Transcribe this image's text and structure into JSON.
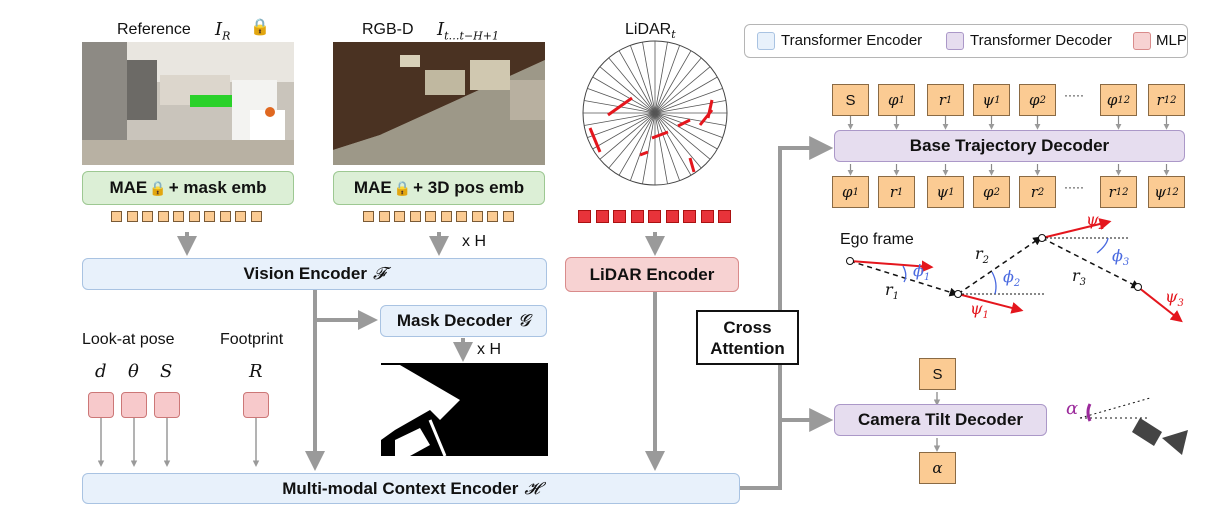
{
  "legend": {
    "transformer_encoder": "Transformer Encoder",
    "transformer_decoder": "Transformer Decoder",
    "mlp": "MLP",
    "colors": {
      "encoder": "#e8f1fb",
      "decoder": "#e6ddef",
      "mlp": "#f7d2d2"
    }
  },
  "inputs": {
    "reference_label": "Reference",
    "reference_symbol": "I_R",
    "rgbd_label": "RGB-D",
    "rgbd_symbol": "I_{t...t-H+1}",
    "lidar_label": "LiDAR_t",
    "lock_icon": "lock-icon"
  },
  "modules": {
    "mae_mask": "+ mask emb",
    "mae_3d": "+ 3D pos emb",
    "mae_prefix": "MAE",
    "vision_encoder": "Vision Encoder",
    "vision_symbol": "𝓕",
    "mask_decoder": "Mask Decoder",
    "mask_symbol": "𝓖",
    "lidar_encoder": "LiDAR Encoder",
    "context_encoder": "Multi-modal Context Encoder",
    "context_symbol": "𝓗",
    "cross_attention": "Cross Attention",
    "times_h": "x H"
  },
  "pose": {
    "look_at_label": "Look-at pose",
    "footprint_label": "Footprint",
    "symbols": [
      "d",
      "θ",
      "S",
      "R"
    ]
  },
  "trajectory_decoder": {
    "title": "Base Trajectory Decoder",
    "input_tokens": [
      "S",
      "φ1",
      "r1",
      "ψ1",
      "φ2",
      "·····",
      "φ12",
      "r12"
    ],
    "output_tokens": [
      "φ1",
      "r1",
      "ψ1",
      "φ2",
      "r2",
      "·····",
      "r12",
      "ψ12"
    ]
  },
  "ego_diagram": {
    "title": "Ego frame",
    "labels": [
      "φ1",
      "r1",
      "ψ1",
      "r2",
      "φ2",
      "ψ2",
      "φ3",
      "r3",
      "ψ3"
    ]
  },
  "tilt_decoder": {
    "title": "Camera Tilt Decoder",
    "input_token": "S",
    "output_token": "α",
    "angle_label": "α"
  }
}
